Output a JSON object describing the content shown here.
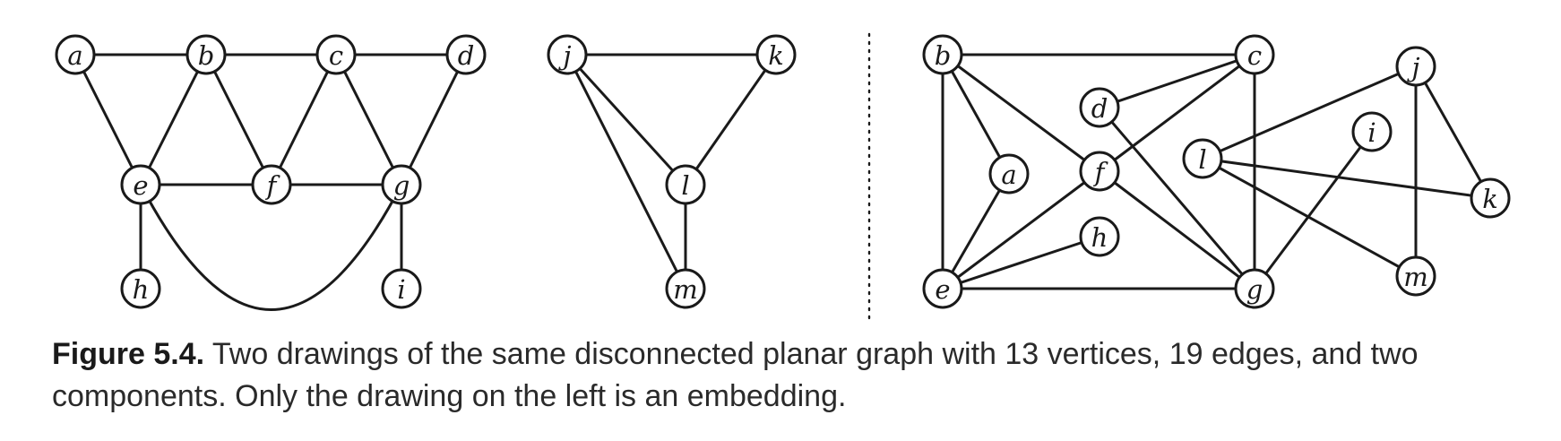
{
  "caption": {
    "label": "Figure 5.4.",
    "text": " Two drawings of the same disconnected planar graph with 13 vertices, 19 edges, and two components. Only the drawing on the left is an embedding."
  },
  "graph": {
    "vertices": [
      "a",
      "b",
      "c",
      "d",
      "e",
      "f",
      "g",
      "h",
      "i",
      "j",
      "k",
      "l",
      "m"
    ],
    "edges": [
      [
        "a",
        "b"
      ],
      [
        "b",
        "c"
      ],
      [
        "c",
        "d"
      ],
      [
        "a",
        "e"
      ],
      [
        "b",
        "e"
      ],
      [
        "b",
        "f"
      ],
      [
        "c",
        "f"
      ],
      [
        "c",
        "g"
      ],
      [
        "d",
        "g"
      ],
      [
        "e",
        "f"
      ],
      [
        "f",
        "g"
      ],
      [
        "e",
        "g"
      ],
      [
        "e",
        "h"
      ],
      [
        "g",
        "i"
      ],
      [
        "j",
        "k"
      ],
      [
        "j",
        "l"
      ],
      [
        "j",
        "m"
      ],
      [
        "k",
        "l"
      ],
      [
        "l",
        "m"
      ]
    ]
  }
}
